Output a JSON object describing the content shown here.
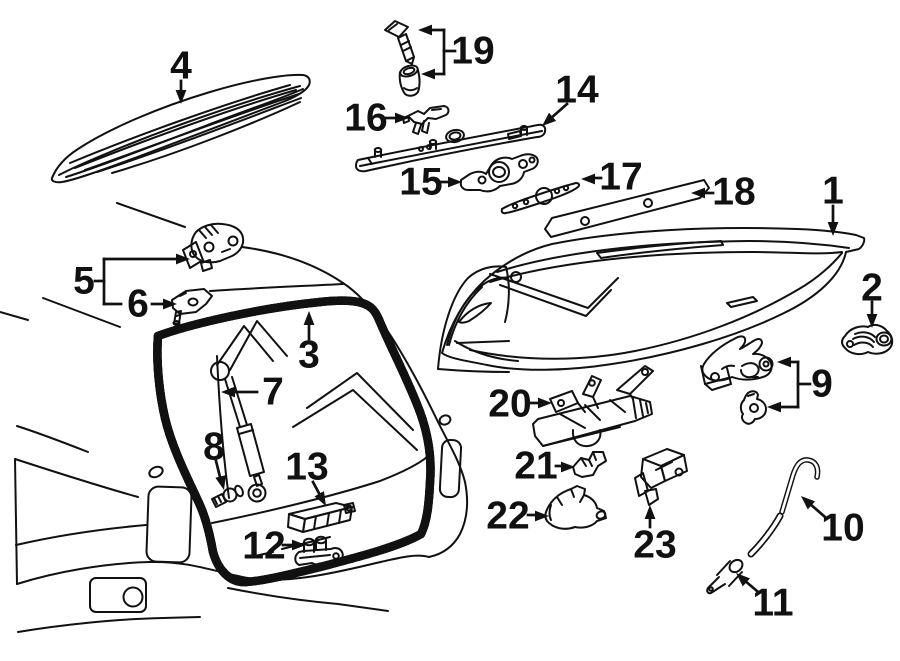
{
  "diagram": {
    "type": "exploded-parts-diagram",
    "subject": "liftgate-and-rear-body",
    "background": "#ffffff",
    "ink": "#111111",
    "part_numbers_shown": [
      "1",
      "2",
      "3",
      "4",
      "5",
      "6",
      "7",
      "8",
      "9",
      "10",
      "11",
      "12",
      "13",
      "14",
      "15",
      "16",
      "17",
      "18",
      "19",
      "20",
      "21",
      "22",
      "23"
    ],
    "callouts": [
      {
        "num": "1",
        "label": [
          833,
          191
        ],
        "segs": [
          [
            833,
            206,
            833,
            228
          ]
        ],
        "heads": [
          [
            833,
            236,
            90
          ]
        ]
      },
      {
        "num": "2",
        "label": [
          872,
          288
        ],
        "segs": [
          [
            872,
            302,
            872,
            320
          ]
        ],
        "heads": [
          [
            872,
            328,
            90
          ]
        ]
      },
      {
        "num": "3",
        "label": [
          309,
          355
        ],
        "segs": [
          [
            309,
            339,
            309,
            320
          ]
        ],
        "heads": [
          [
            309,
            311,
            -90
          ]
        ]
      },
      {
        "num": "4",
        "label": [
          181,
          66
        ],
        "segs": [
          [
            181,
            81,
            181,
            95
          ]
        ],
        "heads": [
          [
            181,
            104,
            90
          ]
        ]
      },
      {
        "num": "5",
        "label": [
          84,
          281
        ],
        "segs": [
          [
            95,
            281,
            104,
            281
          ],
          [
            104,
            259,
            104,
            304
          ],
          [
            104,
            259,
            180,
            259
          ],
          [
            104,
            304,
            121,
            304
          ]
        ],
        "heads": [
          [
            190,
            259,
            0
          ]
        ]
      },
      {
        "num": "6",
        "label": [
          138,
          304
        ],
        "segs": [
          [
            152,
            304,
            167,
            304
          ]
        ],
        "heads": [
          [
            177,
            304,
            0
          ]
        ]
      },
      {
        "num": "7",
        "label": [
          273,
          392
        ],
        "segs": [
          [
            257,
            392,
            231,
            392
          ]
        ],
        "heads": [
          [
            221,
            392,
            180
          ]
        ]
      },
      {
        "num": "8",
        "label": [
          214,
          447
        ],
        "segs": [
          [
            216,
            461,
            221,
            481
          ]
        ],
        "heads": [
          [
            224,
            490,
            76
          ]
        ]
      },
      {
        "num": "9",
        "label": [
          822,
          384
        ],
        "segs": [
          [
            810,
            384,
            798,
            384
          ],
          [
            798,
            362,
            798,
            407
          ],
          [
            798,
            362,
            787,
            362
          ],
          [
            798,
            407,
            777,
            407
          ]
        ],
        "heads": [
          [
            777,
            362,
            180
          ],
          [
            767,
            407,
            180
          ]
        ]
      },
      {
        "num": "10",
        "label": [
          843,
          528
        ],
        "segs": [
          [
            825,
            517,
            809,
            503
          ]
        ],
        "heads": [
          [
            801,
            496,
            222
          ]
        ]
      },
      {
        "num": "11",
        "label": [
          773,
          603
        ],
        "segs": [
          [
            757,
            591,
            744,
            580
          ]
        ],
        "heads": [
          [
            736,
            573,
            222
          ]
        ]
      },
      {
        "num": "12",
        "label": [
          264,
          546
        ],
        "segs": [
          [
            283,
            545,
            296,
            545
          ]
        ],
        "heads": [
          [
            306,
            545,
            0
          ]
        ]
      },
      {
        "num": "13",
        "label": [
          307,
          467
        ],
        "segs": [
          [
            313,
            482,
            321,
            497
          ]
        ],
        "heads": [
          [
            326,
            506,
            61
          ]
        ]
      },
      {
        "num": "14",
        "label": [
          577,
          90
        ],
        "segs": [
          [
            567,
            104,
            550,
            119
          ]
        ],
        "heads": [
          [
            542,
            126,
            139
          ]
        ]
      },
      {
        "num": "15",
        "label": [
          421,
          182
        ],
        "segs": [
          [
            440,
            182,
            452,
            182
          ]
        ],
        "heads": [
          [
            462,
            182,
            0
          ]
        ]
      },
      {
        "num": "16",
        "label": [
          366,
          118
        ],
        "segs": [
          [
            386,
            118,
            399,
            118
          ]
        ],
        "heads": [
          [
            409,
            118,
            0
          ]
        ]
      },
      {
        "num": "17",
        "label": [
          621,
          177
        ],
        "segs": [
          [
            601,
            178,
            591,
            178
          ]
        ],
        "heads": [
          [
            581,
            179,
            180
          ]
        ]
      },
      {
        "num": "18",
        "label": [
          734,
          192
        ],
        "segs": [
          [
            713,
            193,
            701,
            193
          ]
        ],
        "heads": [
          [
            691,
            193,
            180
          ]
        ]
      },
      {
        "num": "19",
        "label": [
          473,
          51
        ],
        "segs": [
          [
            455,
            51,
            444,
            51
          ],
          [
            444,
            30,
            444,
            74
          ],
          [
            444,
            30,
            428,
            30
          ],
          [
            444,
            74,
            431,
            74
          ]
        ],
        "heads": [
          [
            418,
            30,
            180
          ],
          [
            421,
            74,
            180
          ]
        ]
      },
      {
        "num": "20",
        "label": [
          510,
          404
        ],
        "segs": [
          [
            529,
            403,
            542,
            403
          ]
        ],
        "heads": [
          [
            552,
            403,
            0
          ]
        ]
      },
      {
        "num": "21",
        "label": [
          536,
          466
        ],
        "segs": [
          [
            556,
            466,
            565,
            466
          ]
        ],
        "heads": [
          [
            575,
            467,
            0
          ]
        ]
      },
      {
        "num": "22",
        "label": [
          508,
          516
        ],
        "segs": [
          [
            528,
            515,
            539,
            515
          ]
        ],
        "heads": [
          [
            549,
            516,
            0
          ]
        ]
      },
      {
        "num": "23",
        "label": [
          655,
          545
        ],
        "segs": [
          [
            650,
            527,
            650,
            515
          ]
        ],
        "heads": [
          [
            650,
            505,
            -90
          ]
        ]
      }
    ]
  }
}
